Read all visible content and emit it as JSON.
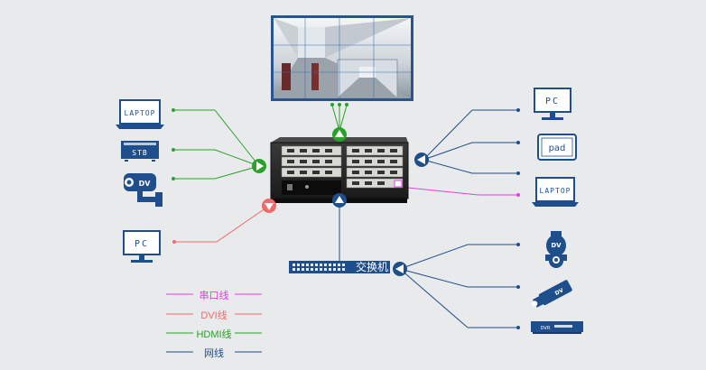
{
  "devices": {
    "laptop_left": "LAPTOP",
    "stb": "STB",
    "camera_dv": "DV",
    "pc_left": "PC",
    "pc_right": "PC",
    "pad": "pad",
    "laptop_right": "LAPTOP",
    "dome_dv": "DV",
    "bullet_dv": "DV",
    "dvr": "DVR",
    "switch": "交换机"
  },
  "legend": [
    {
      "label": "串口线",
      "color": "#e040e0"
    },
    {
      "label": "DVI线",
      "color": "#f06a6a"
    },
    {
      "label": "HDMI线",
      "color": "#2aa12a"
    },
    {
      "label": "网线",
      "color": "#1e4f8c"
    }
  ],
  "colors": {
    "device_blue": "#1f4e8c",
    "serial": "#e040e0",
    "dvi": "#f06a6a",
    "hdmi": "#2aa12a",
    "network": "#1e4f8c"
  }
}
